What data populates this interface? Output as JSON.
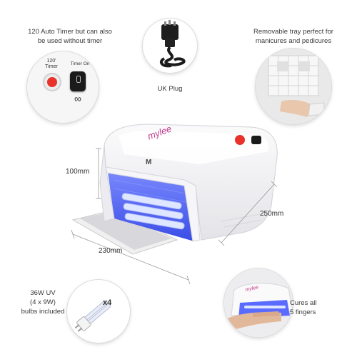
{
  "timer": {
    "caption_line1": "120 Auto Timer but can also",
    "caption_line2": "be used without timer",
    "label_120": "120'",
    "label_timer": "Timer",
    "label_timer_on": "Timer On",
    "infinity": "∞"
  },
  "plug": {
    "caption": "UK Plug"
  },
  "tray": {
    "caption_line1": "Removable tray perfect for",
    "caption_line2": "manicures and pedicures"
  },
  "lamp": {
    "brand": "mylee",
    "logo_letter": "M"
  },
  "dimensions": {
    "height": "100mm",
    "depth": "250mm",
    "width": "230mm"
  },
  "bulbs": {
    "caption_line1": "36W UV",
    "caption_line2": "(4 x 9W)",
    "caption_line3": "bulbs included",
    "multiplier": "x4"
  },
  "cure": {
    "caption_line1": "Cures all",
    "caption_line2": "5 fingers"
  },
  "colors": {
    "uv_blue": "#5a6cff",
    "button_red": "#e8322a",
    "case_white": "#f4f4f6"
  }
}
